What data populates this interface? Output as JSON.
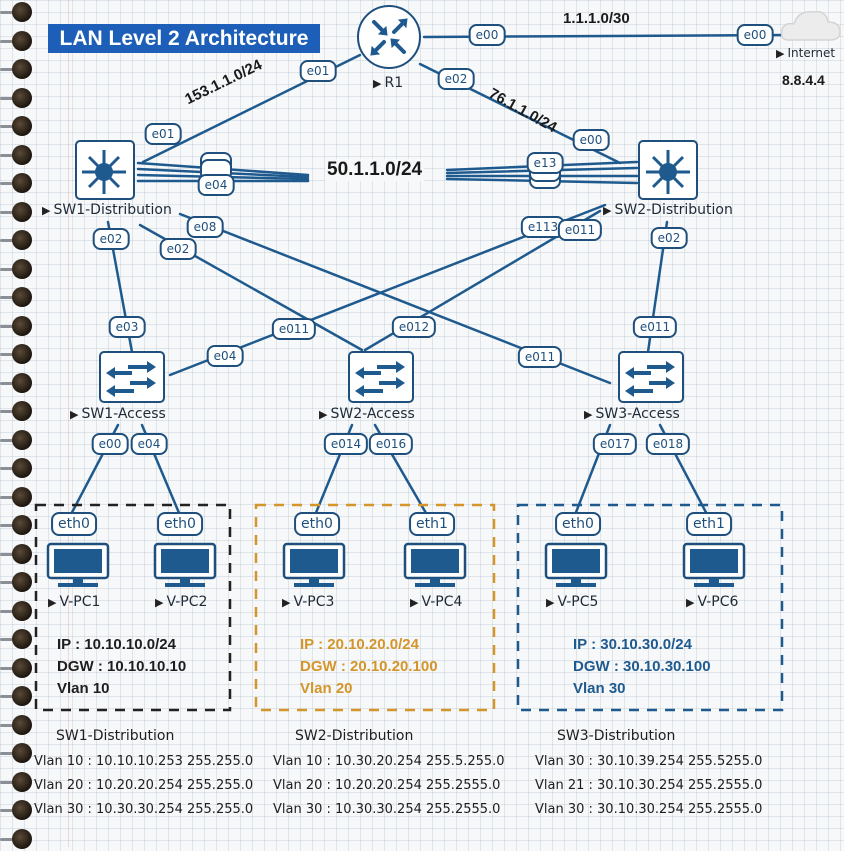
{
  "title": "LAN Level 2 Architecture",
  "colors": {
    "link": "#1f5a8f",
    "title_bg": "#1d5fb8",
    "vlan10": "#1e1e1e",
    "vlan20": "#d4952a",
    "vlan30": "#1f5a8f"
  },
  "nodes": {
    "r1": {
      "label": "R1",
      "icon": "router-icon"
    },
    "internet": {
      "label": "Internet",
      "address": "8.8.4.4",
      "icon": "cloud-icon"
    },
    "sw1_dist": {
      "label": "SW1-Distribution",
      "icon": "multilayer-switch-icon"
    },
    "sw2_dist": {
      "label": "SW2-Distribution",
      "icon": "multilayer-switch-icon"
    },
    "sw1_acc": {
      "label": "SW1-Access",
      "icon": "switch-icon"
    },
    "sw2_acc": {
      "label": "SW2-Access",
      "icon": "switch-icon"
    },
    "sw3_acc": {
      "label": "SW3-Access",
      "icon": "switch-icon"
    },
    "pc1": {
      "label": "V-PC1",
      "icon": "monitor-icon"
    },
    "pc2": {
      "label": "V-PC2",
      "icon": "monitor-icon"
    },
    "pc3": {
      "label": "V-PC3",
      "icon": "monitor-icon"
    },
    "pc4": {
      "label": "V-PC4",
      "icon": "monitor-icon"
    },
    "pc5": {
      "label": "V-PC5",
      "icon": "monitor-icon"
    },
    "pc6": {
      "label": "V-PC6",
      "icon": "monitor-icon"
    }
  },
  "networks": {
    "r1_internet": "1.1.1.0/30",
    "r1_sw1": "153.1.1.0/24",
    "r1_sw2": "76.1.1.0/24",
    "dist_trunk": "50.1.1.0/24"
  },
  "ports": {
    "r1_e00": "e00",
    "internet_e00": "e00",
    "r1_e01": "e01",
    "r1_e02": "e02",
    "sw1d_e01": "e01",
    "sw2d_e00": "e00",
    "sw1d_e04": "e04",
    "sw2d_e13": "e13",
    "sw1d_e02a": "e02",
    "sw1d_e02b": "e02",
    "sw1d_e08": "e08",
    "sw2d_e113": "e113",
    "sw2d_e011": "e011",
    "sw2d_e02": "e02",
    "sw1a_e03": "e03",
    "sw1a_e04": "e04",
    "sw2a_e011": "e011",
    "sw2a_e012": "e012",
    "sw3a_e011a": "e011",
    "sw3a_e011b": "e011",
    "sw1a_e00": "e00",
    "sw1a_e04b": "e04",
    "sw2a_e014": "e014",
    "sw2a_e016": "e016",
    "sw3a_e017": "e017",
    "sw3a_e018": "e018",
    "pc1_eth": "eth0",
    "pc2_eth": "eth0",
    "pc3_eth": "eth0",
    "pc4_eth": "eth1",
    "pc5_eth": "eth0",
    "pc6_eth": "eth1"
  },
  "vlans": [
    {
      "ip": "IP : 10.10.10.0/24",
      "dgw": "DGW : 10.10.10.10",
      "vlan": "Vlan 10"
    },
    {
      "ip": "IP : 20.10.20.0/24",
      "dgw": "DGW : 20.10.20.100",
      "vlan": "Vlan 20"
    },
    {
      "ip": "IP : 30.10.30.0/24",
      "dgw": "DGW : 30.10.30.100",
      "vlan": "Vlan 30"
    }
  ],
  "svi_tables": [
    {
      "title": "SW1-Distribution",
      "rows": [
        "Vlan 10 : 10.10.10.253 255.255.0",
        "Vlan 20 : 10.20.20.254 255.255.0",
        "Vlan 30 : 10.30.30.254 255.255.0"
      ]
    },
    {
      "title": "SW2-Distribution",
      "rows": [
        "Vlan 10 : 10.30.20.254 255.5.255.0",
        "Vlan 20 : 10.20.20.254 255.2555.0",
        "Vlan 30 : 10.30.30.254 255.2555.0"
      ]
    },
    {
      "title": "SW3-Distribution",
      "rows": [
        "Vlan 30 : 30.10.39.254 255.5255.0",
        "Vlan 21 : 30.10.30.254 255.2555.0",
        "Vlan 30 : 30.10.30.254 255.2555.0"
      ]
    }
  ]
}
